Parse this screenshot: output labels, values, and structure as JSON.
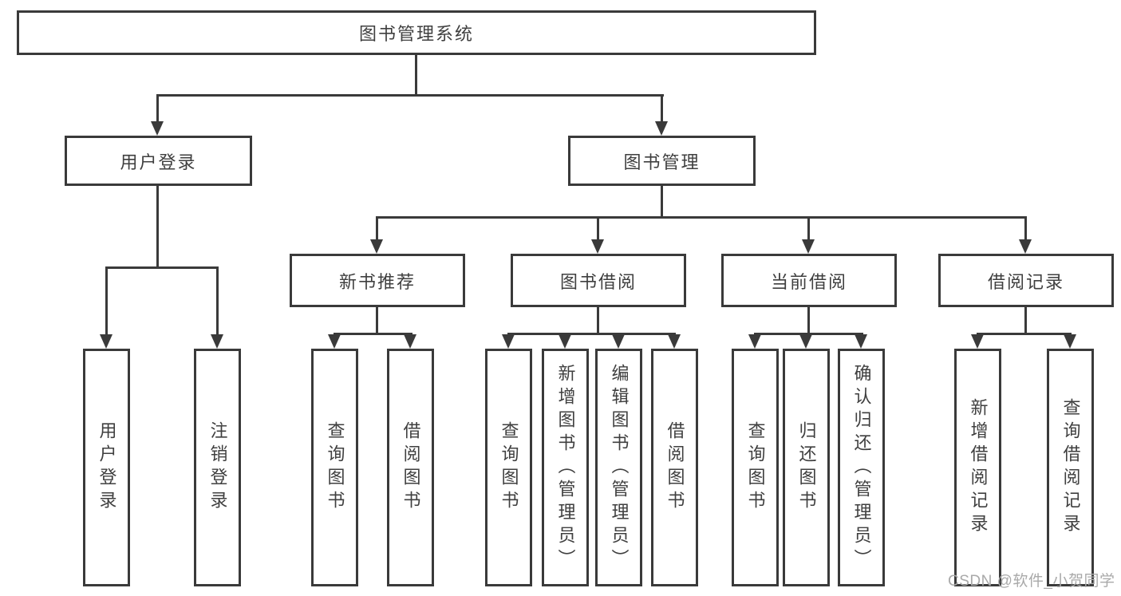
{
  "colors": {
    "line": "#3a3a3a",
    "text": "#3f3f3f",
    "watermark_gray": "#a9a9a9",
    "background": "#ffffff"
  },
  "watermark": {
    "text": "CSDN @软件_小贺同学"
  },
  "tree": {
    "root": "图书管理系统",
    "branches": [
      {
        "label": "用户登录",
        "children": [
          {
            "label": "用户登录"
          },
          {
            "label": "注销登录"
          }
        ]
      },
      {
        "label": "图书管理",
        "children": [
          {
            "label": "新书推荐",
            "children": [
              {
                "label": "查询图书"
              },
              {
                "label": "借阅图书"
              }
            ]
          },
          {
            "label": "图书借阅",
            "children": [
              {
                "label": "查询图书"
              },
              {
                "label": "新增图书（管理员）"
              },
              {
                "label": "编辑图书（管理员）"
              },
              {
                "label": "借阅图书"
              }
            ]
          },
          {
            "label": "当前借阅",
            "children": [
              {
                "label": "查询图书"
              },
              {
                "label": "归还图书"
              },
              {
                "label": "确认归还（管理员）"
              }
            ]
          },
          {
            "label": "借阅记录",
            "children": [
              {
                "label": "新增借阅记录"
              },
              {
                "label": "查询借阅记录"
              }
            ]
          }
        ]
      }
    ]
  }
}
